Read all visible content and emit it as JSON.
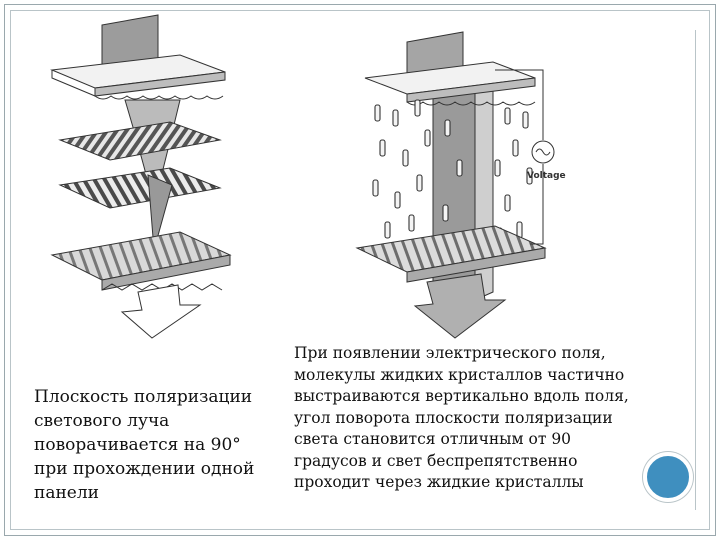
{
  "left_caption": [
    "Плоскость поляризации",
    "светового луча",
    "поворачивается на 90°",
    "при прохождении одной",
    "панели"
  ],
  "right_caption": [
    "При появлении электрического поля,",
    "молекулы жидких кристаллов частично",
    "выстраиваются вертикально вдоль поля,",
    "угол поворота плоскости поляризации",
    "света становится отличным от 90",
    "градусов и свет беспрепятственно",
    "проходит через жидкие кристаллы"
  ],
  "voltage_label": "Voltage",
  "colors": {
    "accent_dot": "#3f8fbf",
    "frame": "#9aa8ad"
  }
}
